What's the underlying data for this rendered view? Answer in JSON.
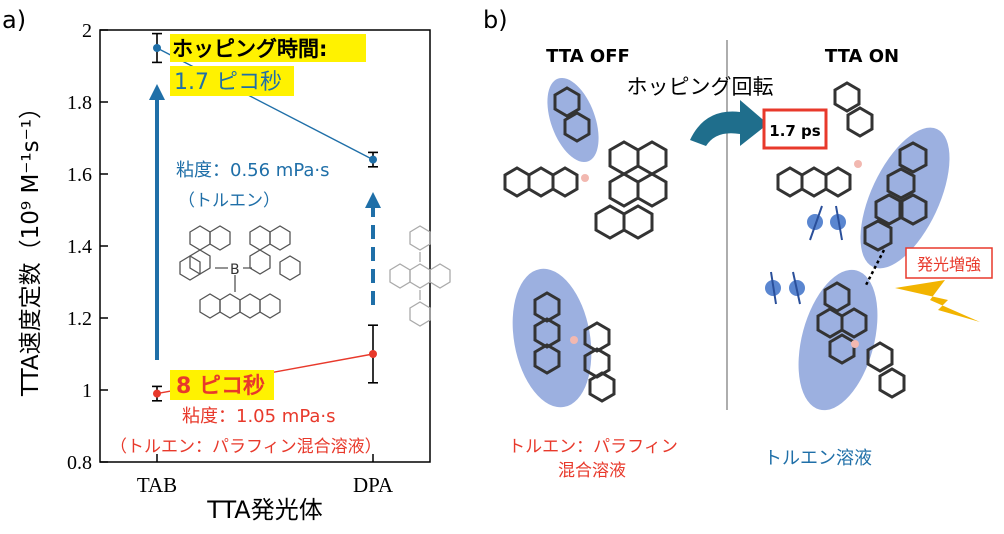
{
  "panel_a": {
    "label": "a)",
    "annotations": {
      "hop_time_label": "ホッピング時間:",
      "hop_time_value": "1.7 ピコ秒",
      "viscosity_blue": "粘度：0.56 mPa·s",
      "solvent_blue": "（トルエン）",
      "time_red": "8 ピコ秒",
      "viscosity_red": "粘度：1.05 mPa·s",
      "solvent_red": "（トルエン：パラフィン混合溶液）",
      "boron_atom": "B"
    }
  },
  "chart_data": {
    "type": "scatter",
    "xlabel": "TTA発光体",
    "ylabel": "TTA速度定数（10⁹ M⁻¹s⁻¹）",
    "categories": [
      "TAB",
      "DPA"
    ],
    "ylim": [
      0.8,
      2.0
    ],
    "yticks": [
      "0.8",
      "1",
      "1.2",
      "1.4",
      "1.6",
      "1.8",
      "2"
    ],
    "grid": false,
    "series": [
      {
        "color": "#1f6fa8",
        "values": [
          1.95,
          1.64
        ],
        "errors": [
          0.04,
          0.02
        ]
      },
      {
        "color": "#e8392b",
        "values": [
          0.99,
          1.1
        ],
        "errors": [
          0.02,
          0.08
        ]
      }
    ]
  },
  "panel_b": {
    "label": "b)",
    "left_title": "TTA OFF",
    "right_title": "TTA ON",
    "rotation_label": "ホッピング回転",
    "time_box": "1.7 ps",
    "enhance_label": "発光増強",
    "left_caption_1": "トルエン：パラフィン",
    "left_caption_2": "混合溶液",
    "right_caption": "トルエン溶液"
  },
  "colors": {
    "blue": "#1f6fa8",
    "red": "#e8392b",
    "highlight": "#fff200",
    "ellipse": "#7b95d6",
    "box_red": "#e8392b"
  }
}
